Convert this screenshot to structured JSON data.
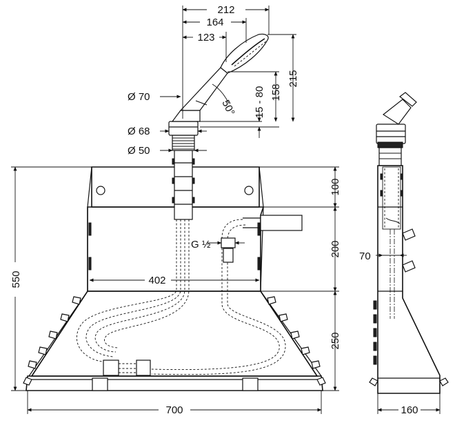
{
  "dimensions": {
    "top_212": "212",
    "top_164": "164",
    "top_123": "123",
    "dia_70": "Ø 70",
    "dia_68": "Ø 68",
    "dia_50": "Ø 50",
    "angle_50": "50°",
    "v_15_80": "15 - 80",
    "v_158": "158",
    "v_215": "215",
    "v_550": "550",
    "v_100": "100",
    "v_200": "200",
    "v_250": "250",
    "h_402": "402",
    "h_700": "700",
    "thread": "G ½",
    "side_70": "70",
    "side_160": "160"
  }
}
